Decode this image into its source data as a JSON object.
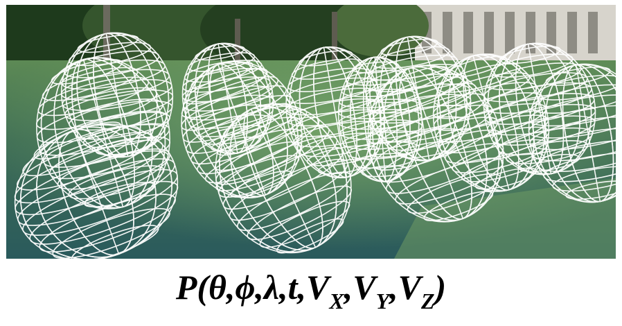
{
  "caption": {
    "function": "P",
    "args_before_sub": "θ,ϕ,λ,t,",
    "v": "V",
    "sub_x": "X",
    "sub_y": "Y",
    "sub_z": "Z",
    "open": "(",
    "close": ")",
    "comma": ","
  },
  "scene": {
    "description_icon": "wireframe-ellipsoid-icon",
    "colors": {
      "sky": "#d9e3e6",
      "tree_dark": "#1f3b1d",
      "tree_light": "#4c6b3a",
      "grass": "#4e7d4a",
      "grass_shade": "#2e5b53",
      "building": "#d8d6cf",
      "wire": "#ffffff"
    }
  }
}
